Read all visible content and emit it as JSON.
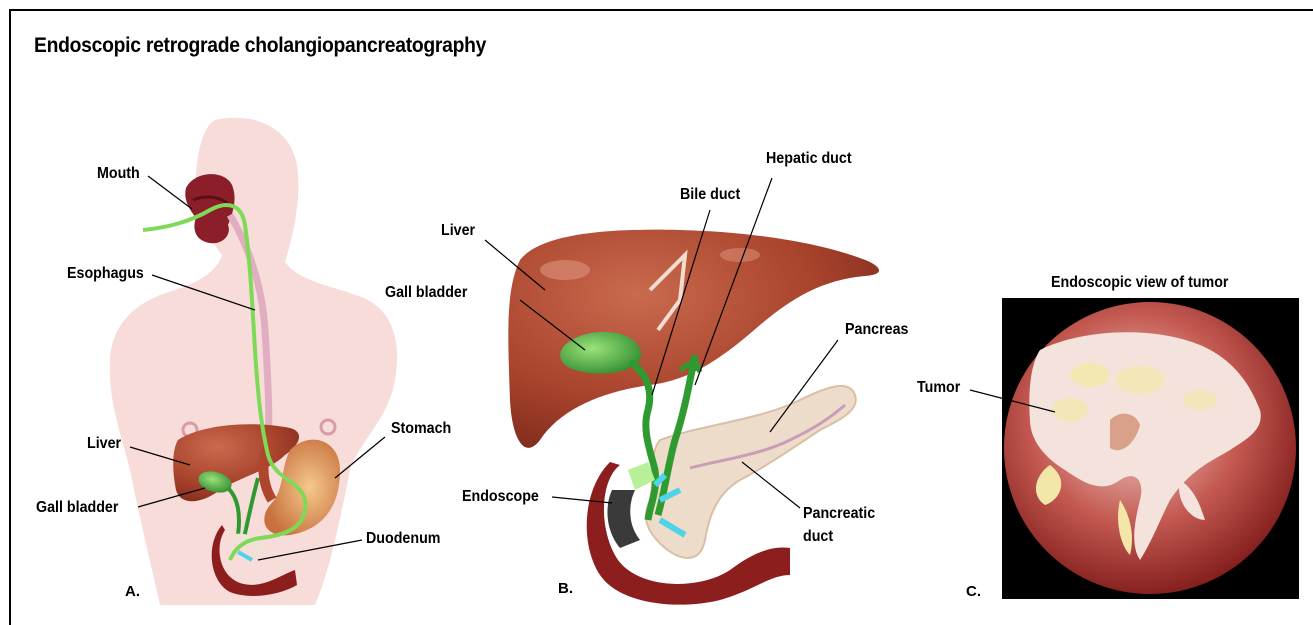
{
  "title": "Endoscopic retrograde cholangiopancreatography",
  "panel_a": {
    "letter": "A.",
    "labels": {
      "mouth": "Mouth",
      "esophagus": "Esophagus",
      "liver": "Liver",
      "gall_bladder": "Gall bladder",
      "stomach": "Stomach",
      "duodenum": "Duodenum"
    }
  },
  "panel_b": {
    "letter": "B.",
    "labels": {
      "hepatic_duct": "Hepatic duct",
      "bile_duct": "Bile duct",
      "liver": "Liver",
      "gall_bladder": "Gall bladder",
      "pancreas": "Pancreas",
      "endoscope": "Endoscope",
      "pancreatic_duct_line1": "Pancreatic",
      "pancreatic_duct_line2": "duct"
    }
  },
  "panel_c": {
    "letter": "C.",
    "caption": "Endoscopic view of tumor",
    "labels": {
      "tumor": "Tumor"
    }
  },
  "colors": {
    "liver": "#a8432c",
    "body_silhouette": "#f7dcd9",
    "endoscope_tube": "#7ed957",
    "bile_duct": "#2f9a2f",
    "pancreas": "#eedccb",
    "duodenum": "#8c1e1e",
    "view_background": "#000000"
  }
}
